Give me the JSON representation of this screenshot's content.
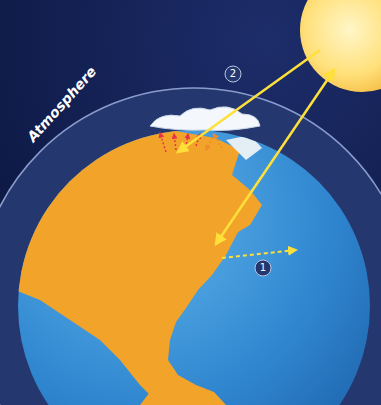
{
  "diagram": {
    "labels": [
      "Atmosphere",
      "2",
      "1"
    ]
  }
}
